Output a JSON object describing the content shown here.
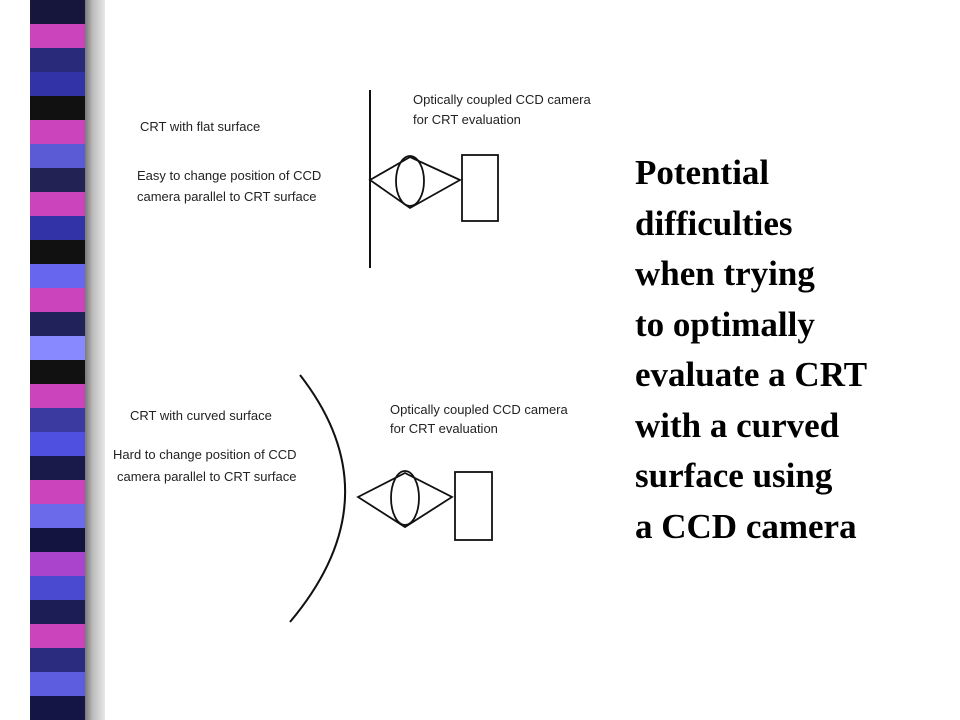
{
  "colors": {
    "stripe_sequence": [
      "#16163c",
      "#cc44bb",
      "#2a2a7a",
      "#3333a8",
      "#111111",
      "#cc44bb",
      "#5b5bd6",
      "#222255",
      "#cc44bb",
      "#3333a8",
      "#111111",
      "#6666ee",
      "#cc44bb",
      "#22225a",
      "#8888ff",
      "#111111",
      "#cc44bb",
      "#3a3aa0",
      "#5050e0",
      "#1a1a4a",
      "#cc44bb",
      "#6a6aea",
      "#141440",
      "#aa44cc",
      "#4a4ad0",
      "#1d1d55",
      "#cc44bb",
      "#2b2b80",
      "#5d5de0",
      "#151545"
    ],
    "bar_shadow": "#9a9a9a",
    "line": "#111111"
  },
  "diagram_top": {
    "crt_label": "CRT with flat surface",
    "note_line1": "Easy to change  position of CCD",
    "note_line2": "camera parallel to CRT surface",
    "camera_label_line1": "Optically coupled CCD camera",
    "camera_label_line2": "for CRT evaluation"
  },
  "diagram_bottom": {
    "crt_label": "CRT with curved surface",
    "note_line1": "Hard to change position of CCD",
    "note_line2": "camera parallel to CRT surface",
    "camera_label_line1": "Optically coupled CCD camera",
    "camera_label_line2": "for CRT evaluation"
  },
  "caption_lines": [
    "Potential",
    "difficulties",
    "when trying",
    "to optimally",
    "evaluate a CRT",
    "with a curved",
    "surface using",
    "a CCD camera"
  ]
}
